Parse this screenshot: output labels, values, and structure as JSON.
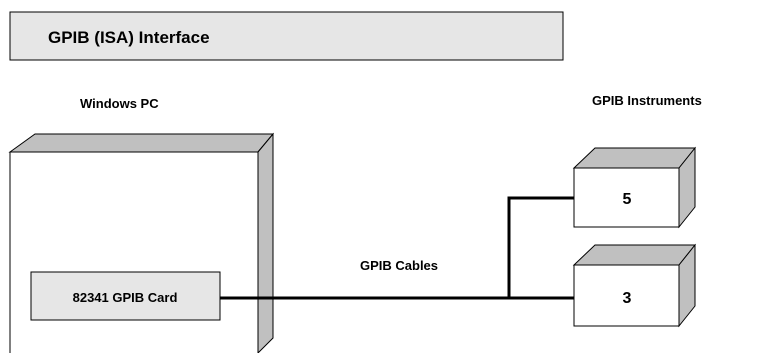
{
  "header": {
    "title": "GPIB (ISA) Interface"
  },
  "pc": {
    "title": "Windows PC",
    "card_label": "82341 GPIB Card"
  },
  "cables": {
    "label": "GPIB Cables"
  },
  "instruments": {
    "title": "GPIB Instruments",
    "items": [
      {
        "address": "5"
      },
      {
        "address": "3"
      }
    ]
  },
  "colors": {
    "panel": "#e6e6e6",
    "shade": "#c0c0c0",
    "line": "#000000"
  }
}
